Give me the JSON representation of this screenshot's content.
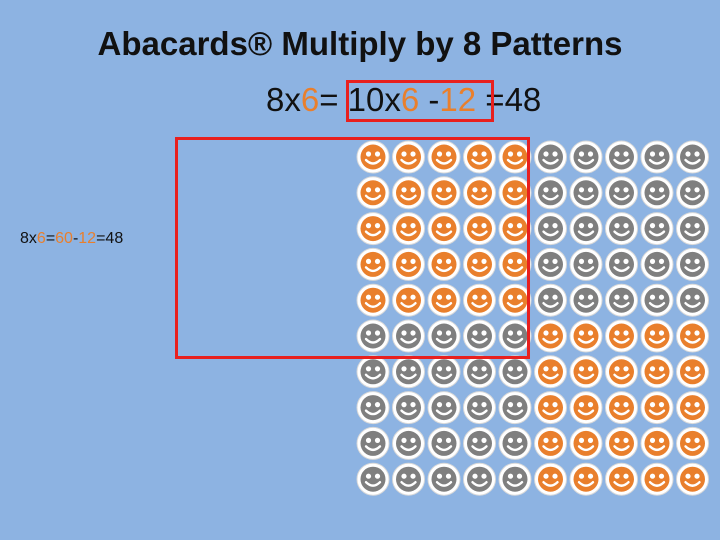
{
  "title": "Abacards® Multiply by 8 Patterns",
  "equation": {
    "a": "8x",
    "b": "6",
    "c": "= ",
    "d": "10x",
    "e": "6",
    "f": " -",
    "g": "12",
    "h": " =48"
  },
  "side_equation": {
    "a": "8x",
    "b": "6",
    "c": "=",
    "d": "60",
    "e": "-",
    "f": "12",
    "g": "=48"
  },
  "colors": {
    "background": "#8db3e2",
    "orange": "#e97f2c",
    "gray": "#7f7f7f",
    "red": "#e8201e"
  },
  "grid": {
    "rows": 10,
    "cols": 10,
    "pattern": [
      "OOOOOGGGGG",
      "OOOOOGGGGG",
      "OOOOOGGGGG",
      "OOOOOGGGGG",
      "OOOOOGGGGG",
      "GGGGGOOOOO",
      "GGGGGOOOOO",
      "GGGGGOOOOO",
      "GGGGGOOOOO",
      "GGGGGOOOOO"
    ]
  }
}
